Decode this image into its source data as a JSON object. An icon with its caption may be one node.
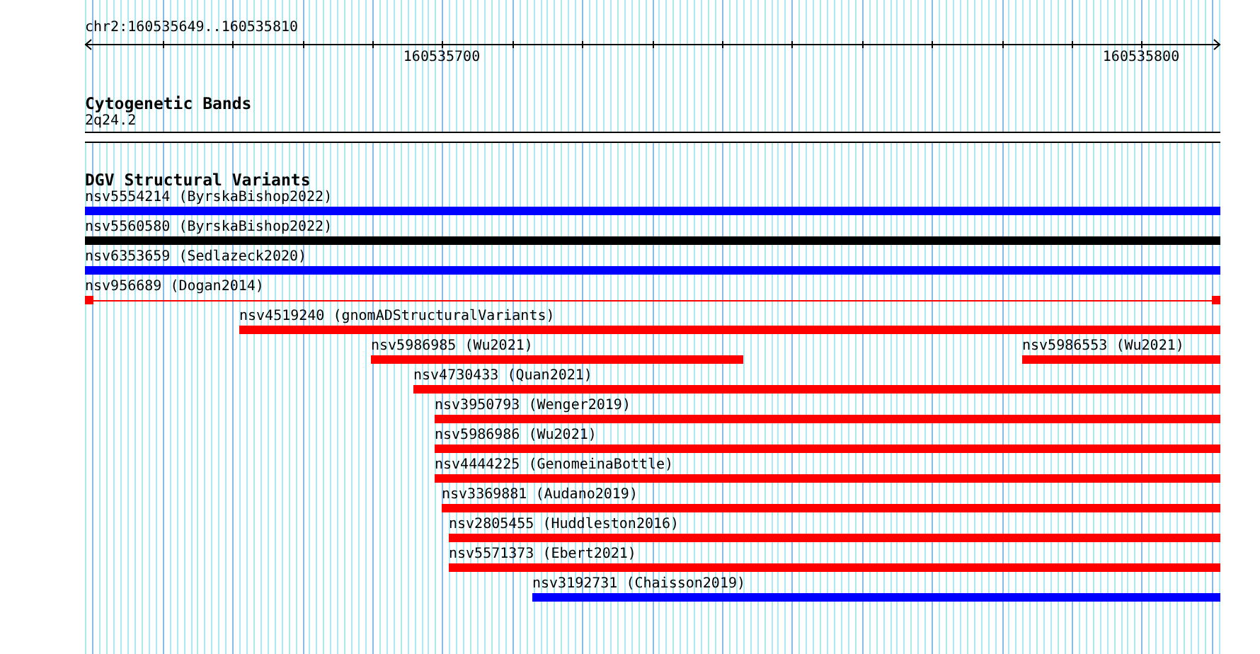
{
  "diagram": {
    "nodes": [
      {
        "text": [
          "2q24.2"
        ]
      },
      {
        "text": [
          "nsv5554214 (ByrskaBishop2022)"
        ]
      },
      {
        "text": [
          "nsv5560580 (ByrskaBishop2022)"
        ]
      },
      {
        "text": [
          "nsv6353659 (Sedlazeck2020)"
        ]
      },
      {
        "text": [
          "nsv956689 (Dogan2014)"
        ]
      },
      {
        "text": [
          "nsv4519240 (gnomADStructuralVariants)"
        ]
      },
      {
        "text": [
          "nsv5986985 (Wu2021)"
        ]
      },
      {
        "text": [
          "nsv5986553 (Wu2021)"
        ]
      },
      {
        "text": [
          "nsv4730433 (Quan2021)"
        ]
      },
      {
        "text": [
          "nsv3950793 (Wenger2019)"
        ]
      },
      {
        "text": [
          "nsv5986986 (Wu2021)"
        ]
      },
      {
        "text": [
          "nsv4444225 (GenomeinaBottle)"
        ]
      },
      {
        "text": [
          "nsv3369881 (Audano2019)"
        ]
      },
      {
        "text": [
          "nsv2805455 (Huddleston2016)"
        ]
      },
      {
        "text": [
          "nsv5571373 (Ebert2021)"
        ]
      },
      {
        "text": [
          "nsv3192731 (Chaisson2019)"
        ]
      }
    ],
    "labels": [
      "chr2:160535649..160535810",
      "160535700",
      "160535800",
      "Cytogenetic Bands",
      "DGV Structural Variants"
    ]
  }
}
